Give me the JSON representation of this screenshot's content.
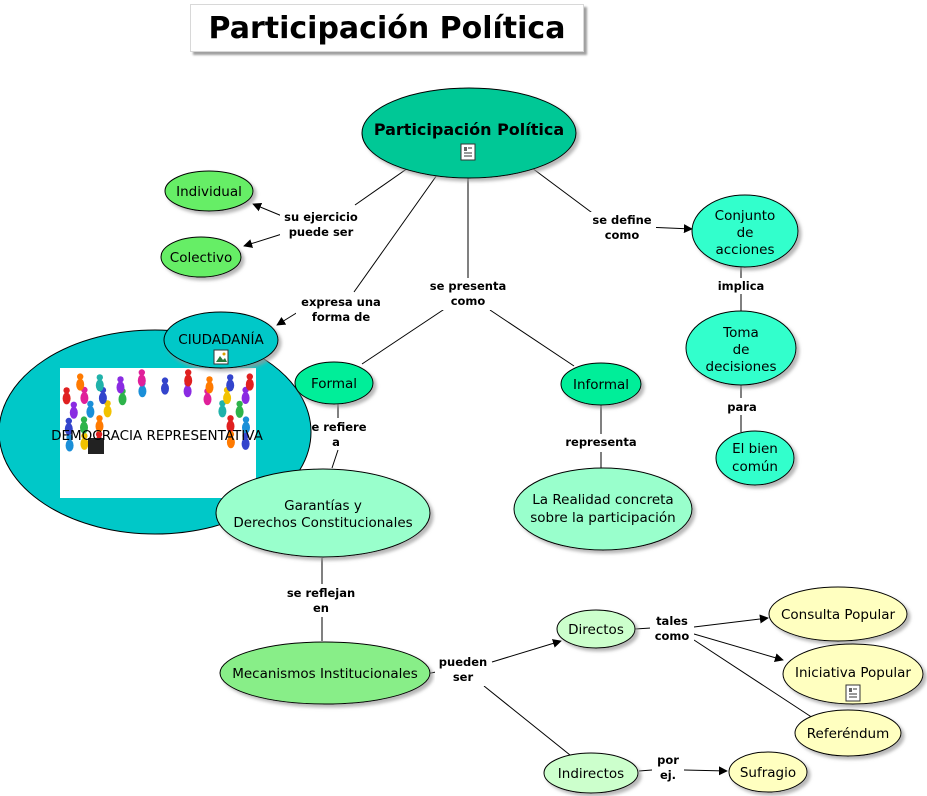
{
  "title": "Participación Política",
  "nodes": {
    "root": "Participación Política",
    "individual": "Individual",
    "colectivo": "Colectivo",
    "ciudadania": "CIUDADANÍA",
    "democracia": "DEMOCRACIA REPRESENTATIVA",
    "formal": "Formal",
    "informal": "Informal",
    "garantias": [
      "Garantías y",
      "Derechos Constitucionales"
    ],
    "realidad": [
      "La Realidad concreta",
      "sobre la participación"
    ],
    "conjunto": [
      "Conjunto",
      "de",
      "acciones"
    ],
    "toma": [
      "Toma",
      "de",
      "decisiones"
    ],
    "bien": [
      "El bien",
      "común"
    ],
    "mecanismos": "Mecanismos Institucionales",
    "directos": "Directos",
    "indirectos": "Indirectos",
    "consulta": "Consulta Popular",
    "iniciativa": "Iniciativa Popular",
    "referendum": "Referéndum",
    "sufragio": "Sufragio"
  },
  "links": {
    "su_ejercicio": [
      "su ejercicio",
      "puede ser"
    ],
    "expresa": [
      "expresa una",
      "forma de"
    ],
    "se_presenta": [
      "se presenta",
      "como"
    ],
    "se_define": [
      "se define",
      "como"
    ],
    "implica": "implica",
    "para": "para",
    "se_refiere": [
      "e refiere",
      "a"
    ],
    "representa": "representa",
    "se_reflejan": [
      "se reflejan",
      "en"
    ],
    "pueden_ser": [
      "pueden",
      "ser"
    ],
    "tales_como": [
      "tales",
      "como"
    ],
    "por_ej": [
      "por",
      "ej."
    ]
  },
  "colors": {
    "root_fill": "#00c896",
    "green_bright": "#66ee66",
    "green_light": "#99ff99",
    "teal": "#33ffcc",
    "cyan": "#00c8c8",
    "pale_green": "#ccffcc",
    "pale_yellow": "#ffffc0"
  },
  "icons": [
    "document-icon",
    "image-icon"
  ]
}
